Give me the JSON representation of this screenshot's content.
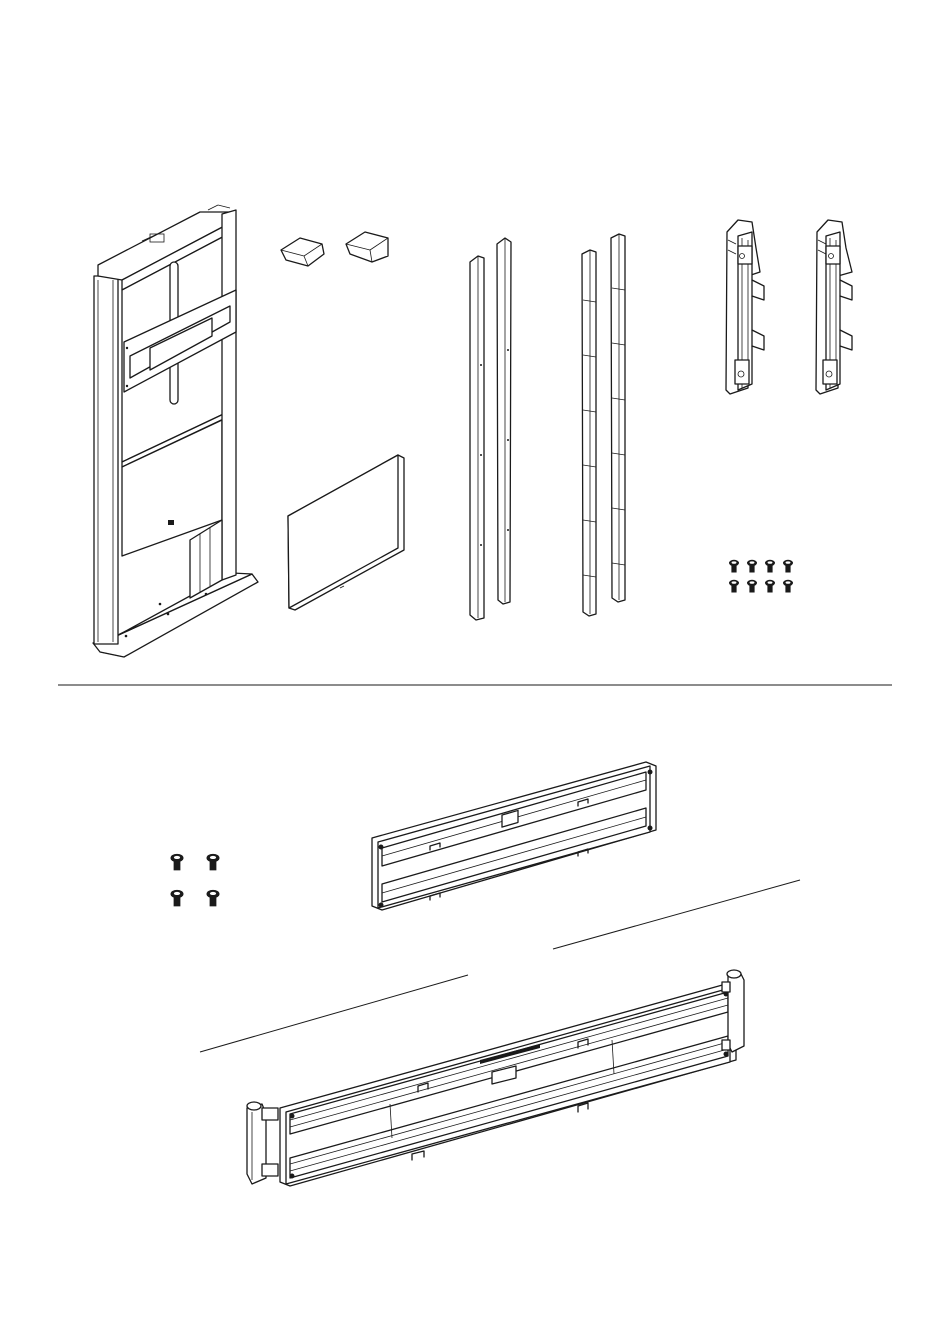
{
  "page": {
    "background": "#ffffff",
    "line_color": "#1a1a1a"
  },
  "parts": [
    {
      "id": "floor-stand",
      "icon": "floor-stand-icon",
      "quantity": 1
    },
    {
      "id": "end-caps",
      "icon": "end-cap-icon",
      "quantity": 2
    },
    {
      "id": "cover-panel",
      "icon": "cover-panel-icon",
      "quantity": 1
    },
    {
      "id": "side-trims",
      "icon": "side-trim-icon",
      "quantity": 2
    },
    {
      "id": "cable-strips",
      "icon": "cable-strip-icon",
      "quantity": 2
    },
    {
      "id": "vertical-brackets",
      "icon": "vertical-bracket-icon",
      "quantity": 2
    },
    {
      "id": "bracket-screws",
      "icon": "screw-icon",
      "quantity": 8
    },
    {
      "id": "frame-screws",
      "icon": "screw-icon",
      "quantity": 4
    },
    {
      "id": "mounting-rail",
      "icon": "mounting-rail-icon",
      "quantity": 1
    },
    {
      "id": "wide-rail-assembly",
      "icon": "wide-rail-icon",
      "quantity": 1
    }
  ]
}
